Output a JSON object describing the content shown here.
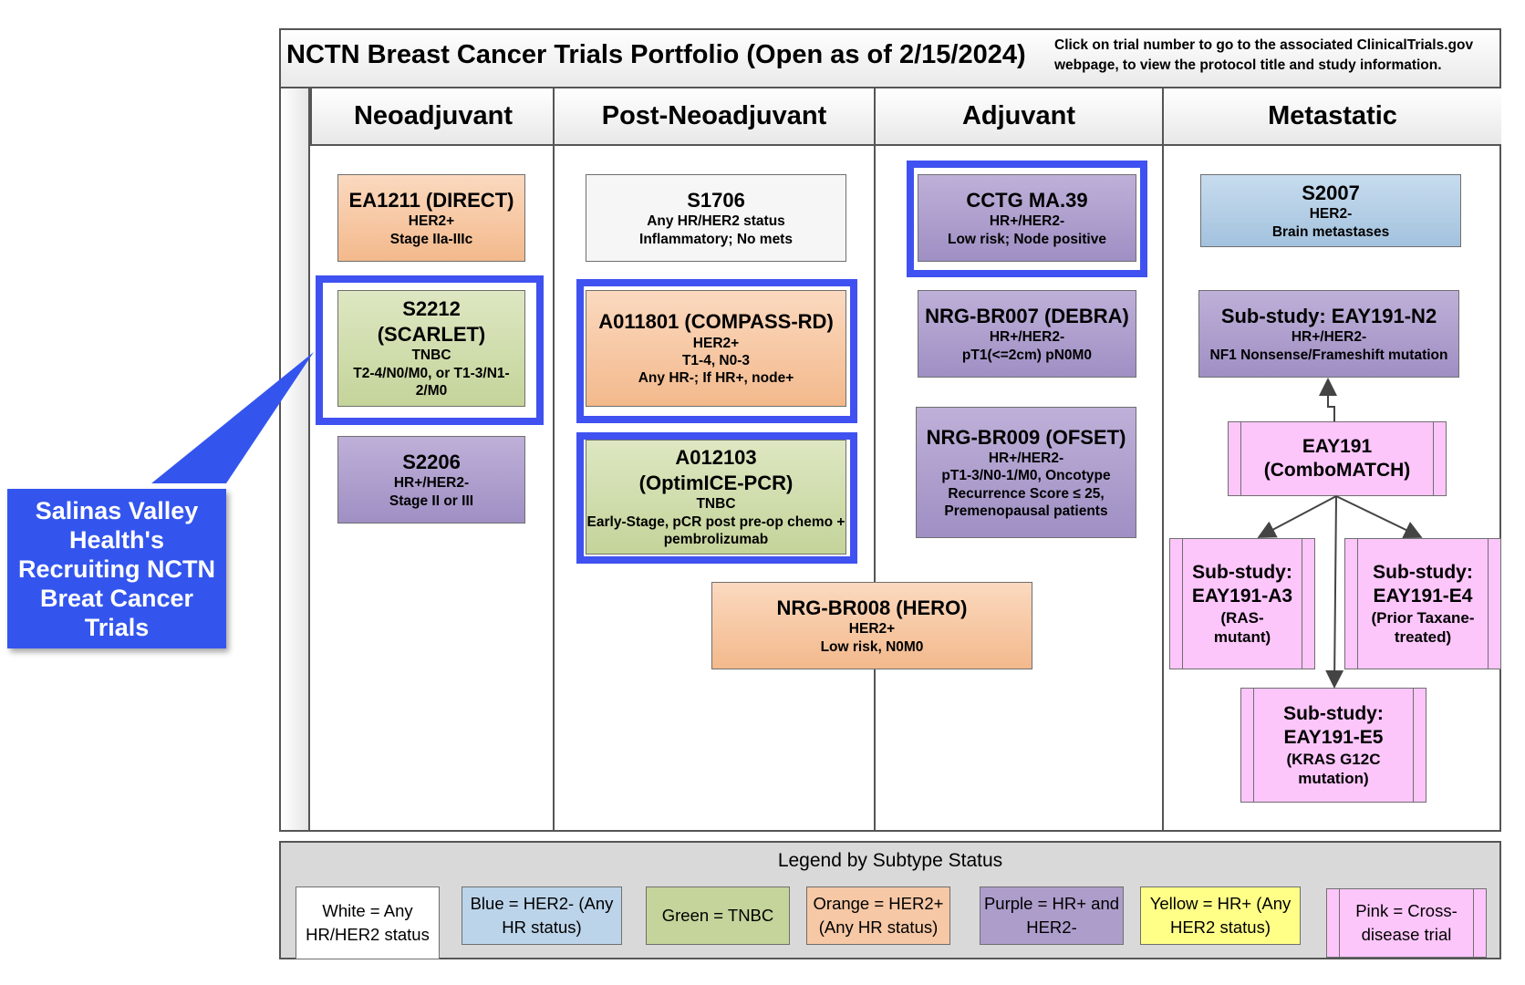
{
  "header": {
    "title": "NCTN Breast Cancer Trials Portfolio (Open as of 2/15/2024)",
    "note": "Click on trial number to go to the associated ClinicalTrials.gov webpage, to view the protocol title and study information."
  },
  "columns": [
    "Neoadjuvant",
    "Post-Neoadjuvant",
    "Adjuvant",
    "Metastatic"
  ],
  "trials": {
    "ea1211": {
      "name": "EA1211 (DIRECT)",
      "l1": "HER2+",
      "l2": "Stage IIa-IIIc"
    },
    "s2212": {
      "name1": "S2212",
      "name2": "(SCARLET)",
      "l1": "TNBC",
      "l2": "T2-4/N0/M0, or T1-3/N1-",
      "l3": "2/M0"
    },
    "s2206": {
      "name": "S2206",
      "l1": "HR+/HER2-",
      "l2": "Stage II or III"
    },
    "s1706": {
      "name": "S1706",
      "l1": "Any HR/HER2 status",
      "l2": "Inflammatory; No mets"
    },
    "a011801": {
      "name": "A011801 (COMPASS-RD)",
      "l1": "HER2+",
      "l2": "T1-4, N0-3",
      "l3": "Any HR-; If HR+, node+"
    },
    "a012103": {
      "name1": "A012103",
      "name2": "(OptimICE-PCR)",
      "l1": "TNBC",
      "l2": "Early-Stage, pCR post pre-op chemo +",
      "l3": "pembrolizumab"
    },
    "nrgbr008": {
      "name": "NRG-BR008 (HERO)",
      "l1": "HER2+",
      "l2": "Low risk, N0M0"
    },
    "ma39": {
      "name": "CCTG MA.39",
      "l1": "HR+/HER2-",
      "l2": "Low risk; Node positive"
    },
    "nrgbr007": {
      "name": "NRG-BR007 (DEBRA)",
      "l1": "HR+/HER2-",
      "l2": "pT1(<=2cm) pN0M0"
    },
    "nrgbr009": {
      "name": "NRG-BR009 (OFSET)",
      "l1": "HR+/HER2-",
      "l2": "pT1-3/N0-1/M0, Oncotype",
      "l3": "Recurrence Score ≤ 25,",
      "l4": "Premenopausal patients"
    },
    "s2007": {
      "name": "S2007",
      "l1": "HER2-",
      "l2": "Brain metastases"
    },
    "n2": {
      "name": "Sub-study: EAY191-N2",
      "l1": "HR+/HER2-",
      "l2": "NF1 Nonsense/Frameshift mutation"
    },
    "eay191": {
      "name1": "EAY191",
      "name2": "(ComboMATCH)"
    },
    "a3": {
      "l1": "Sub-study:",
      "l2": "EAY191-A3",
      "l3": "(RAS-",
      "l4": "mutant)"
    },
    "e4": {
      "l1": "Sub-study:",
      "l2": "EAY191-E4",
      "l3": "(Prior Taxane-",
      "l4": "treated)"
    },
    "e5": {
      "l1": "Sub-study:",
      "l2": "EAY191-E5",
      "l3": "(KRAS G12C",
      "l4": "mutation)"
    }
  },
  "callout": {
    "text": "Salinas Valley Health's Recruiting NCTN Breat Cancer Trials",
    "color": "#3355ee"
  },
  "legend": {
    "title": "Legend by Subtype Status",
    "items": [
      {
        "text": "White = Any HR/HER2 status",
        "color": "#ffffff"
      },
      {
        "text": "Blue = HER2- (Any HR status)",
        "color": "#bcd4ea"
      },
      {
        "text": "Green = TNBC",
        "color": "#c4d49a"
      },
      {
        "text": "Orange = HER2+ (Any HR status)",
        "color": "#f6c8a5"
      },
      {
        "text": "Purple = HR+ and HER2-",
        "color": "#ad9dcb"
      },
      {
        "text": "Yellow = HR+ (Any HER2 status)",
        "color": "#ffff88"
      },
      {
        "text": "Pink = Cross-disease trial",
        "color": "#fdc6fb"
      }
    ]
  },
  "highlight_color": "#3f51f0"
}
